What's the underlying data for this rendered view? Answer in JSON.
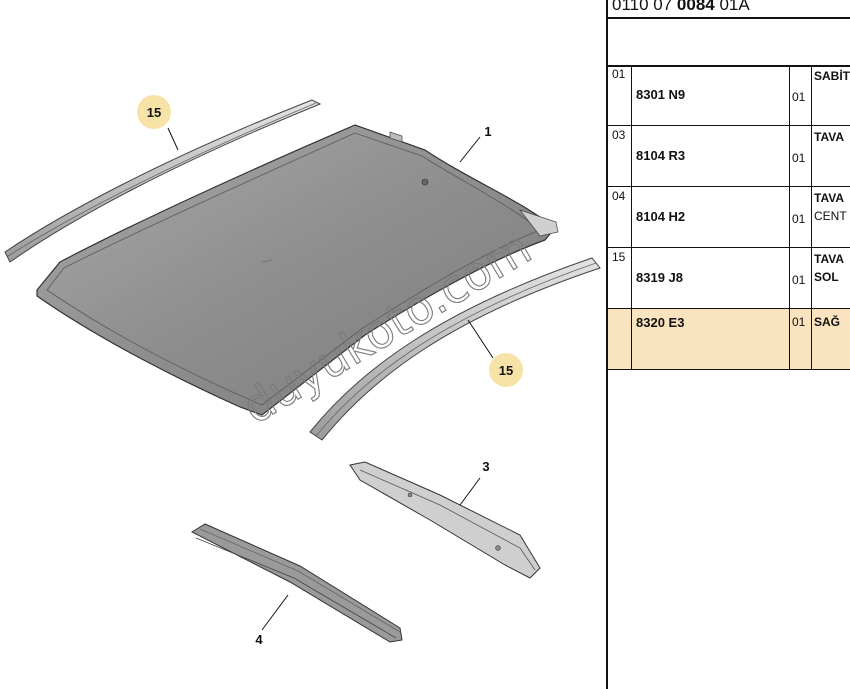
{
  "diagram": {
    "callouts": {
      "c1": "1",
      "c3": "3",
      "c4": "4",
      "c15a": "15",
      "c15b": "15"
    },
    "watermark": "duyukoto.com",
    "colors": {
      "roof": "#8e8e8e",
      "callout_highlight": "#f7e3a8",
      "row_highlight": "#fae4bf"
    }
  },
  "panel": {
    "ref_code_a": "0110 07 ",
    "ref_code_b": "0084",
    "ref_code_c": " 01A",
    "rows": [
      {
        "ref": "01",
        "part": "8301 N9",
        "qty": "01",
        "desc1": "SABİT",
        "desc2": ""
      },
      {
        "ref": "03",
        "part": "8104 R3",
        "qty": "01",
        "desc1": "TAVA",
        "desc2": ""
      },
      {
        "ref": "04",
        "part": "8104 H2",
        "qty": "01",
        "desc1": "TAVA",
        "desc2": "CENT"
      },
      {
        "ref": "15",
        "part": "8319 J8",
        "qty": "01",
        "desc1": "TAVA",
        "desc2": "SOL"
      },
      {
        "ref": "",
        "part": "8320 E3",
        "qty": "01",
        "desc1": "SAĞ",
        "desc2": ""
      }
    ]
  }
}
